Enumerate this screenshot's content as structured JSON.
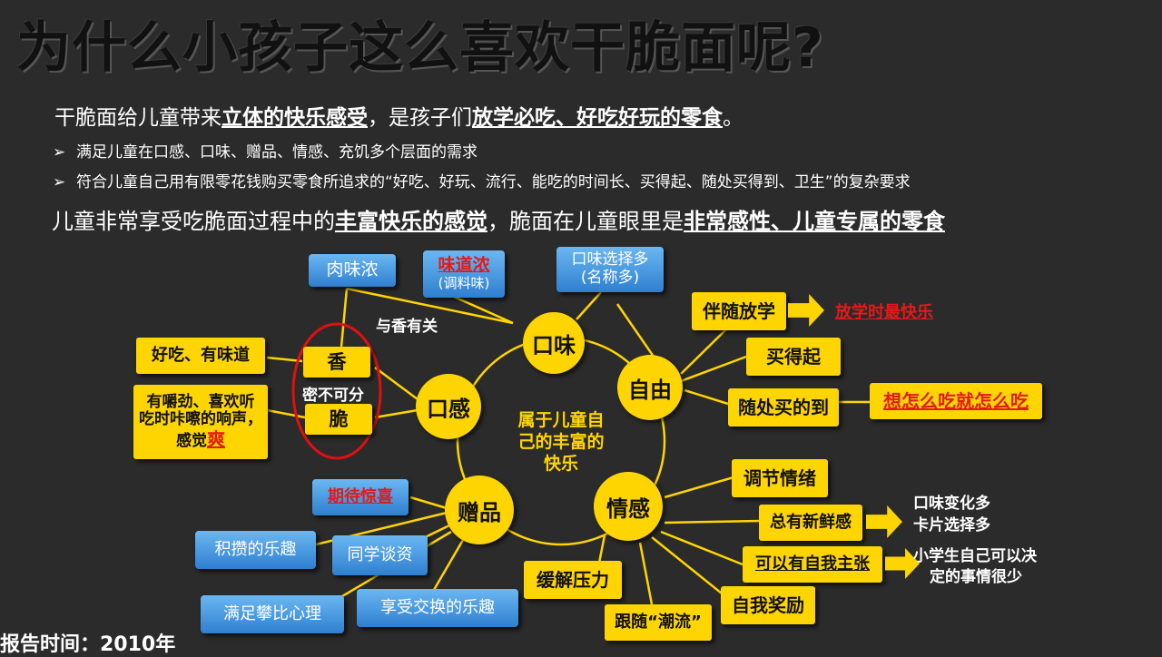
{
  "title": "为什么小孩子这么喜欢干脆面呢?",
  "intro": {
    "part1": "干脆面给儿童带来",
    "bold1": "立体的快乐感受",
    "part2": "，是孩子们",
    "bold2": "放学必吃、好吃好玩的零食",
    "part3": "。"
  },
  "bullets": [
    "满足儿童在口感、口味、赠品、情感、充饥多个层面的需求",
    "符合儿童自己用有限零花钱购买零食所追求的“好吃、好玩、流行、能吃的时间长、买得起、随处买得到、卫生”的复杂要求"
  ],
  "summary": {
    "part1": "儿童非常享受吃脆面过程中的",
    "bold1": "丰富快乐的感觉",
    "part2": "，脆面在儿童眼里是",
    "bold2": "非常感性、儿童专属的零食"
  },
  "diagram": {
    "center": "属于儿童自己的丰富的快乐",
    "nodes": {
      "taste": "口味",
      "texture": "口感",
      "freedom": "自由",
      "gift": "赠品",
      "emotion": "情感"
    },
    "taste": {
      "rich_meat": "肉味浓",
      "strong_flavor": "味道浓",
      "seasoning": "(调料味)",
      "many_choices_1": "口味选择多",
      "many_choices_2": "(名称多)",
      "aroma_link": "与香有关"
    },
    "texture": {
      "fragrant": "香",
      "crisp": "脆",
      "inseparable": "密不可分",
      "tasty": "好吃、有味道",
      "chewy_1": "有嚼劲、喜欢听",
      "chewy_2": "吃时咔嚓的响声，",
      "chewy_3": "感觉",
      "chewy_hl": "爽"
    },
    "freedom": {
      "after_school": "伴随放学",
      "after_school_note": "放学时最快乐",
      "affordable": "买得起",
      "everywhere": "随处买的到",
      "eat_anyway": "想怎么吃就怎么吃"
    },
    "gift": {
      "surprise": "期待惊喜",
      "collect": "积攒的乐趣",
      "talk": "同学谈资",
      "compare": "满足攀比心理",
      "exchange": "享受交换的乐趣"
    },
    "emotion": {
      "mood": "调节情绪",
      "fresh": "总有新鲜感",
      "fresh_note_1": "口味变化多",
      "fresh_note_2": "卡片选择多",
      "self": "可以有自我主张",
      "self_note_1": "小学生自己可以决",
      "self_note_2": "定的事情很少",
      "stress": "缓解压力",
      "trend": "跟随“潮流”",
      "reward": "自我奖励"
    }
  },
  "report_time": "报告时间：2010年",
  "colors": {
    "accent": "#ffd500",
    "blue": "#2f7fd0",
    "red": "#e21a1a",
    "background": "#2b2b2b"
  }
}
